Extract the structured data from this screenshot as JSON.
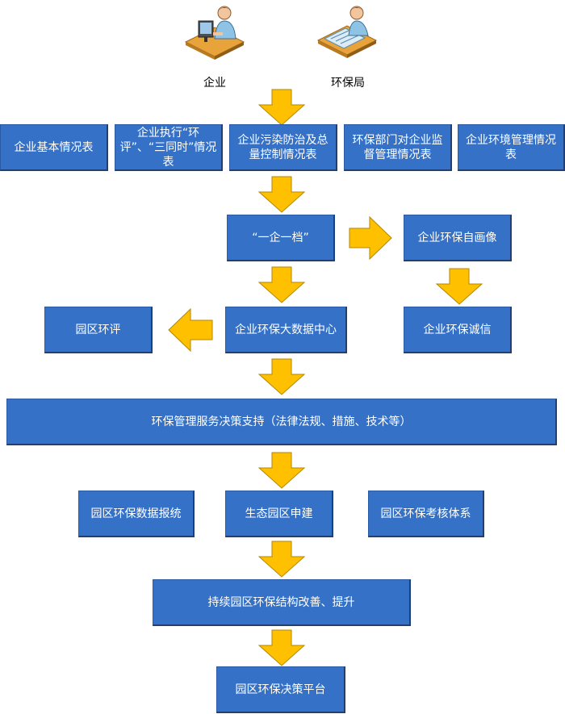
{
  "actors": {
    "enterprise": {
      "label": "企业",
      "icon": "person-at-computer-icon"
    },
    "epb": {
      "label": "环保局",
      "icon": "person-at-drafting-table-icon"
    }
  },
  "row1": [
    "企业基本情况表",
    "企业执行“环评”、“三同时”情况表",
    "企业污染防治及总量控制情况表",
    "环保部门对企业监督管理情况表",
    "企业环境管理情况表"
  ],
  "archive": "“一企一档”",
  "self_portrait": "企业环保自画像",
  "park_eia": "园区环评",
  "big_data_center": "企业环保大数据中心",
  "credit": "企业环保诚信",
  "decision_support": "环保管理服务决策支持（法律法规、措施、技术等）",
  "row6": [
    "园区环保数据报统",
    "生态园区申建",
    "园区环保考核体系"
  ],
  "improvement": "持续园区环保结构改善、提升",
  "platform": "园区环保决策平台",
  "colors": {
    "box_fill": "#3572c7",
    "box_text": "#ffffff",
    "arrow_fill": "#ffc000",
    "arrow_stroke": "#b38600"
  }
}
